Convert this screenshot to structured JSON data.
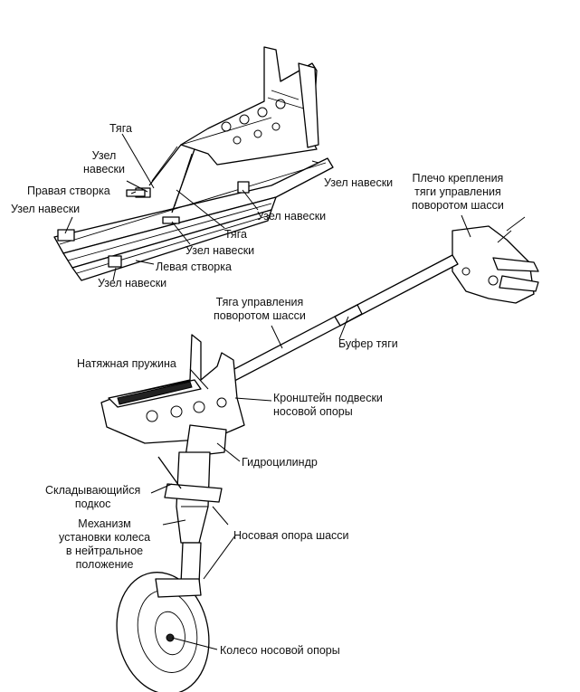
{
  "labels": {
    "tyaga_top": "Тяга",
    "uzel_navesky_left_top": "Узел\nнавески",
    "pravaya_stvorka": "Правая створка",
    "uzel_navesky_far_left": "Узел навески",
    "uzel_navesky_right_top": "Узел навески",
    "uzel_navesky_mid": "Узел навески",
    "tyaga_mid": "Тяга",
    "uzel_navesky_center": "Узел навески",
    "levaya_stvorka": "Левая створка",
    "uzel_navesky_bottom": "Узел навески",
    "plecho": "Плечо крепления\nтяги управления\nповоротом шасси",
    "tyaga_upravleniya": "Тяга управления\nповоротом шасси",
    "bufer_tyagi": "Буфер тяги",
    "natyazhnaya_pruzhina": "Натяжная пружина",
    "kronshtein": "Кронштейн подвески\nносовой опоры",
    "gidrocilindr": "Гидроцилиндр",
    "skladyvayushiysya": "Складывающийся\nподкос",
    "mekhanizm": "Механизм\nустановки колеса\nв нейтральное\nположение",
    "nosovaya_opora": "Носовая опора шасси",
    "koleso": "Колесо носовой опоры"
  }
}
